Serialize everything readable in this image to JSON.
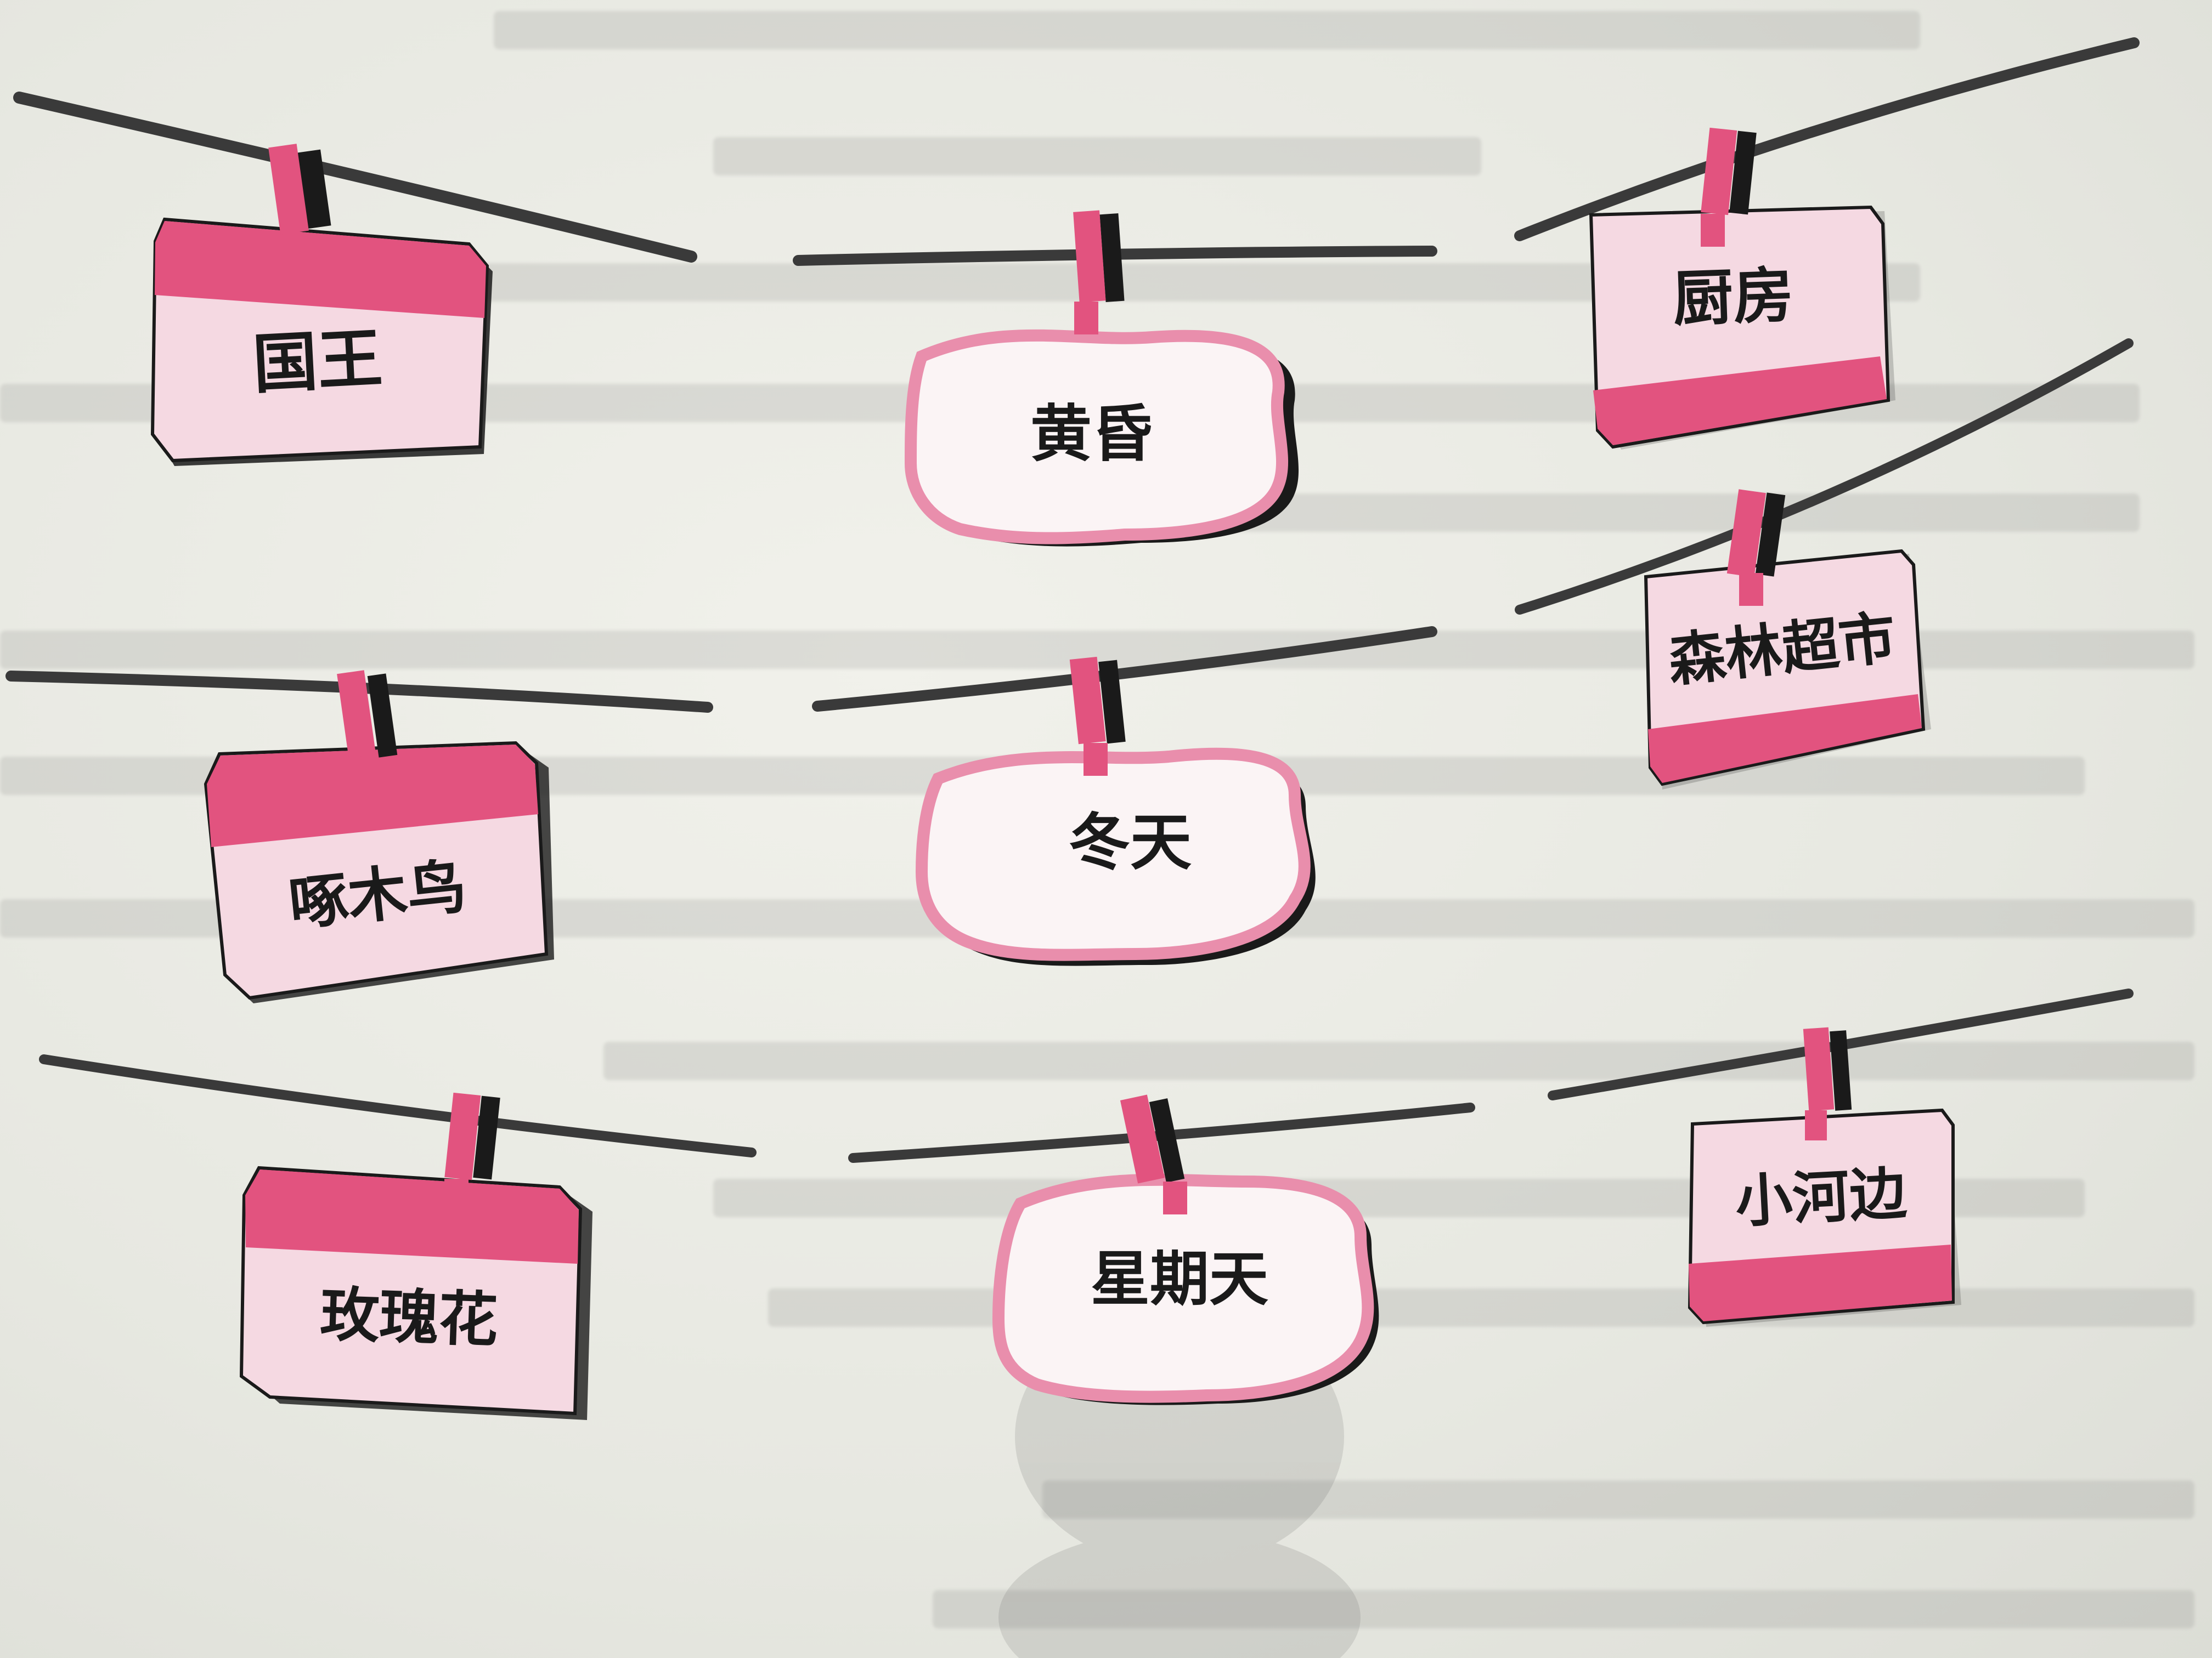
{
  "colors": {
    "paper": "#e9eae3",
    "pink": "#e2537f",
    "pink_light": "#f1c6d3",
    "pink_soft": "#f5d9e2",
    "line": "#3a3a3a",
    "ink": "#1a1a1a"
  },
  "cards": [
    {
      "id": "king",
      "shape": "tag",
      "band": "top",
      "text": "国王"
    },
    {
      "id": "dusk",
      "shape": "cloud",
      "text": "黄昏"
    },
    {
      "id": "kitchen",
      "shape": "tag",
      "band": "bottom",
      "text": "厨房"
    },
    {
      "id": "forest-supermarket",
      "shape": "tag",
      "band": "bottom",
      "text": "森林超市"
    },
    {
      "id": "woodpecker",
      "shape": "tag",
      "band": "top",
      "text": "啄木鸟"
    },
    {
      "id": "winter",
      "shape": "cloud",
      "text": "冬天"
    },
    {
      "id": "rose",
      "shape": "tag",
      "band": "top",
      "text": "玫瑰花"
    },
    {
      "id": "sunday",
      "shape": "cloud",
      "text": "星期天"
    },
    {
      "id": "riverside",
      "shape": "tag",
      "band": "bottom",
      "text": "小河边"
    }
  ]
}
